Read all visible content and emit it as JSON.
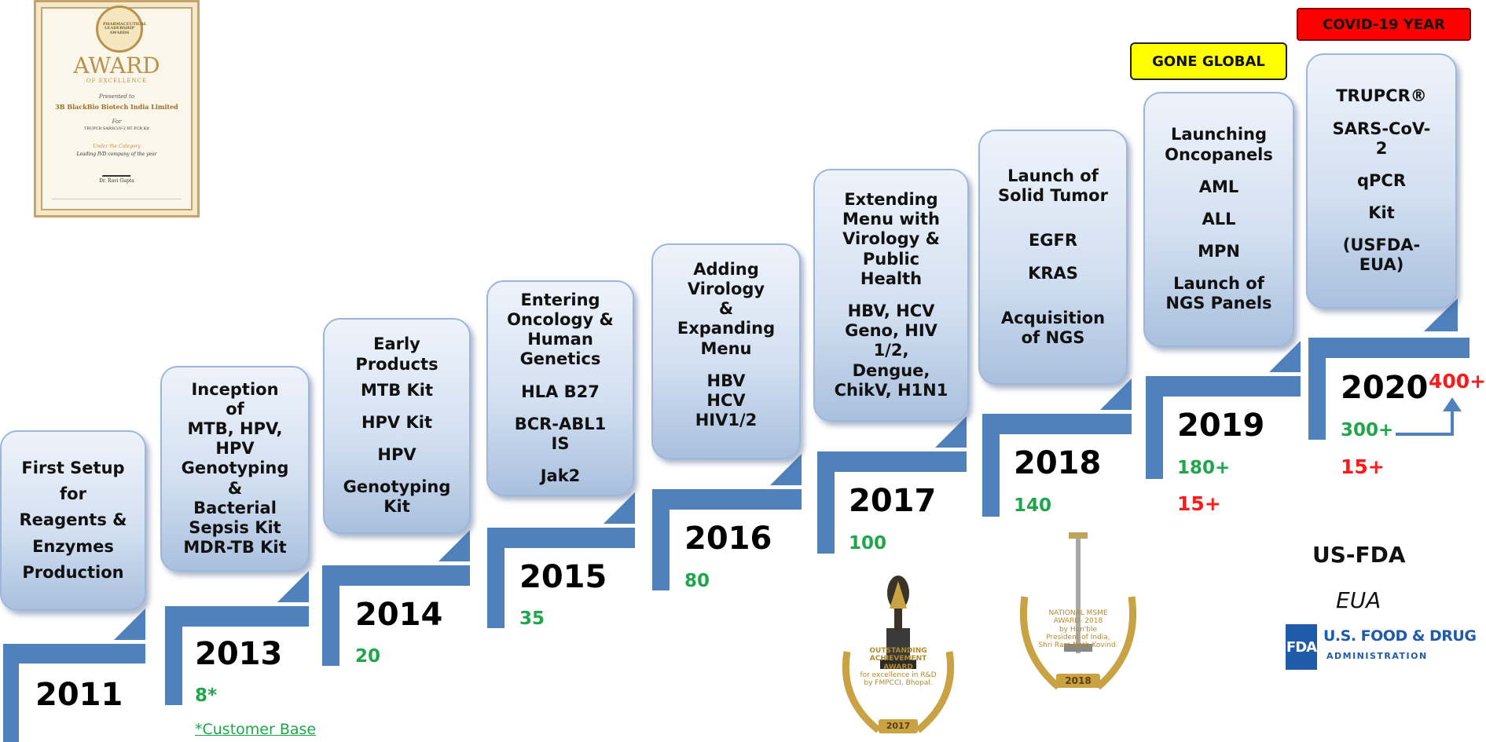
{
  "colors": {
    "step": "#4f81bd",
    "green": "#1fa64a",
    "red": "#ff1a1a",
    "yellow_badge": "#ffff00",
    "red_badge": "#ff0000"
  },
  "steps": [
    {
      "year": "2011",
      "count": "",
      "card_lines": [
        "First Setup",
        "for",
        "Reagents &",
        "Enzymes",
        "Production"
      ]
    },
    {
      "year": "2013",
      "count": "8*",
      "card_lines": [
        "Inception",
        "of",
        "MTB, HPV,",
        "HPV",
        "Genotyping",
        "&",
        "Bacterial",
        "Sepsis Kit",
        "MDR-TB Kit"
      ]
    },
    {
      "year": "2014",
      "count": "20",
      "card_lines": [
        "Early",
        "Products",
        "MTB Kit",
        "HPV Kit",
        "HPV",
        "Genotyping",
        "Kit"
      ]
    },
    {
      "year": "2015",
      "count": "35",
      "card_lines": [
        "Entering",
        "Oncology &",
        "Human",
        "Genetics",
        "HLA B27",
        "BCR-ABL1",
        "IS",
        "Jak2"
      ]
    },
    {
      "year": "2016",
      "count": "80",
      "card_lines": [
        "Adding",
        "Virology",
        "&",
        "Expanding",
        "Menu",
        "HBV",
        "HCV",
        "HIV1/2"
      ]
    },
    {
      "year": "2017",
      "count": "100",
      "card_lines": [
        "Extending",
        "Menu with",
        "Virology &",
        "Public",
        "Health",
        "HBV, HCV",
        "Geno, HIV",
        "1/2,",
        "Dengue,",
        "ChikV, H1N1"
      ]
    },
    {
      "year": "2018",
      "count": "140",
      "card_lines": [
        "Launch of",
        "Solid Tumor",
        "EGFR",
        "KRAS",
        "Acquisition",
        "of NGS"
      ]
    },
    {
      "year": "2019",
      "count": "180+",
      "count2": "15+",
      "card_lines": [
        "Launching",
        "Oncopanels",
        "AML",
        "ALL",
        "MPN",
        "Launch of",
        "NGS Panels"
      ]
    },
    {
      "year": "2020",
      "count": "300+",
      "count2": "15+",
      "count_top": "400+",
      "card_lines": [
        "TRUPCR®",
        "SARS-CoV-",
        "2",
        "qPCR",
        "Kit",
        "(USFDA-",
        "EUA)"
      ]
    }
  ],
  "customer_base_note": "*Customer Base",
  "badges": {
    "gone_global": "GONE GLOBAL",
    "covid_year": "COVID-19 YEAR"
  },
  "usfda": {
    "title": "US-FDA",
    "subtitle": "EUA",
    "logo_short": "FDA",
    "logo_main": "U.S. FOOD & DRUG",
    "logo_sub": "ADMINISTRATION"
  },
  "award_certificate": {
    "ribbon": "PHARMACEUTICAL LEADERSHIP AWARDS",
    "title": "AWARD",
    "subtitle": "OF EXCELLENCE",
    "presented": "Presented to",
    "company": "3B BlackBio Biotech India Limited",
    "for": "For",
    "product": "TRUPCR SARSCoV-2 RT PCR Kit",
    "category_label": "Under the Category",
    "category": "Leading IVD company of the year",
    "signer": "Dr. Ravi Gupta"
  },
  "trophy_2017": {
    "lines": [
      "OUTSTANDING",
      "ACHIEVEMENT",
      "AWARD",
      "for excellence in R&D",
      "by FMPCCI, Bhopal."
    ],
    "year": "2017"
  },
  "trophy_2018": {
    "lines": [
      "NATIONAL MSME",
      "AWARD- 2018",
      "by Hon'ble",
      "President of India,",
      "Shri Ram Nath Kovind."
    ],
    "year": "2018"
  }
}
